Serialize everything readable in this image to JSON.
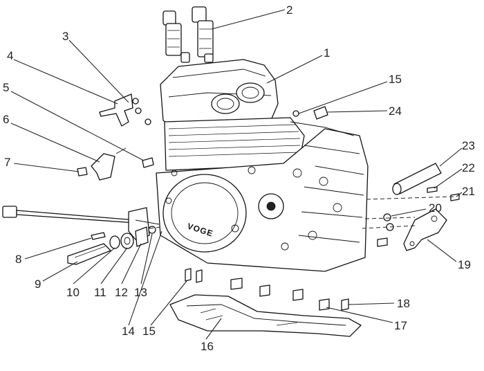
{
  "callouts": [
    {
      "id": "1",
      "text": "1"
    },
    {
      "id": "2",
      "text": "2"
    },
    {
      "id": "3",
      "text": "3"
    },
    {
      "id": "4",
      "text": "4"
    },
    {
      "id": "5",
      "text": "5"
    },
    {
      "id": "6",
      "text": "6"
    },
    {
      "id": "7",
      "text": "7"
    },
    {
      "id": "8",
      "text": "8"
    },
    {
      "id": "9",
      "text": "9"
    },
    {
      "id": "10",
      "text": "10"
    },
    {
      "id": "11",
      "text": "11"
    },
    {
      "id": "12",
      "text": "12"
    },
    {
      "id": "13",
      "text": "13"
    },
    {
      "id": "14",
      "text": "14"
    },
    {
      "id": "15a",
      "text": "15"
    },
    {
      "id": "15b",
      "text": "15"
    },
    {
      "id": "16",
      "text": "16"
    },
    {
      "id": "17",
      "text": "17"
    },
    {
      "id": "18",
      "text": "18"
    },
    {
      "id": "19",
      "text": "19"
    },
    {
      "id": "20",
      "text": "20"
    },
    {
      "id": "21",
      "text": "21"
    },
    {
      "id": "22",
      "text": "22"
    },
    {
      "id": "23",
      "text": "23"
    },
    {
      "id": "24",
      "text": "24"
    }
  ],
  "cover_logo": "VOGE"
}
